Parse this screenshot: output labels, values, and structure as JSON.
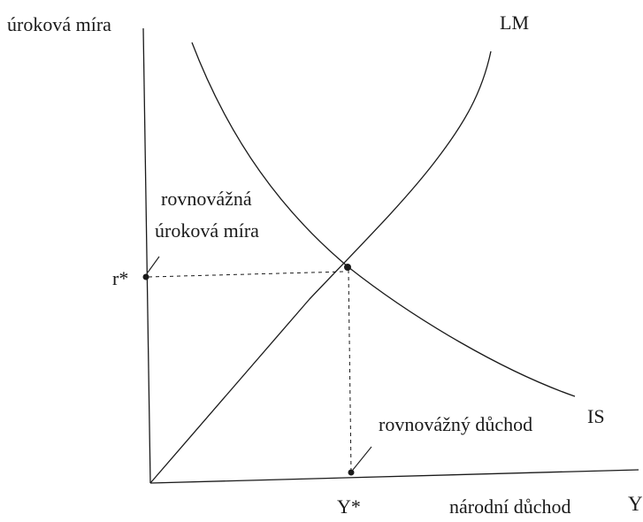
{
  "axes": {
    "y_label": "úroková míra",
    "x_label": "národní důchod",
    "x_symbol": "Y"
  },
  "curves": {
    "lm_label": "LM",
    "is_label": "IS"
  },
  "equilibrium": {
    "rate_tick": "r*",
    "income_tick": "Y*",
    "rate_caption_line1": "rovnovážná",
    "rate_caption_line2": "úroková míra",
    "income_caption": "rovnovážný důchod"
  },
  "colors": {
    "ink": "#1a1a1a",
    "background": "#ffffff"
  }
}
